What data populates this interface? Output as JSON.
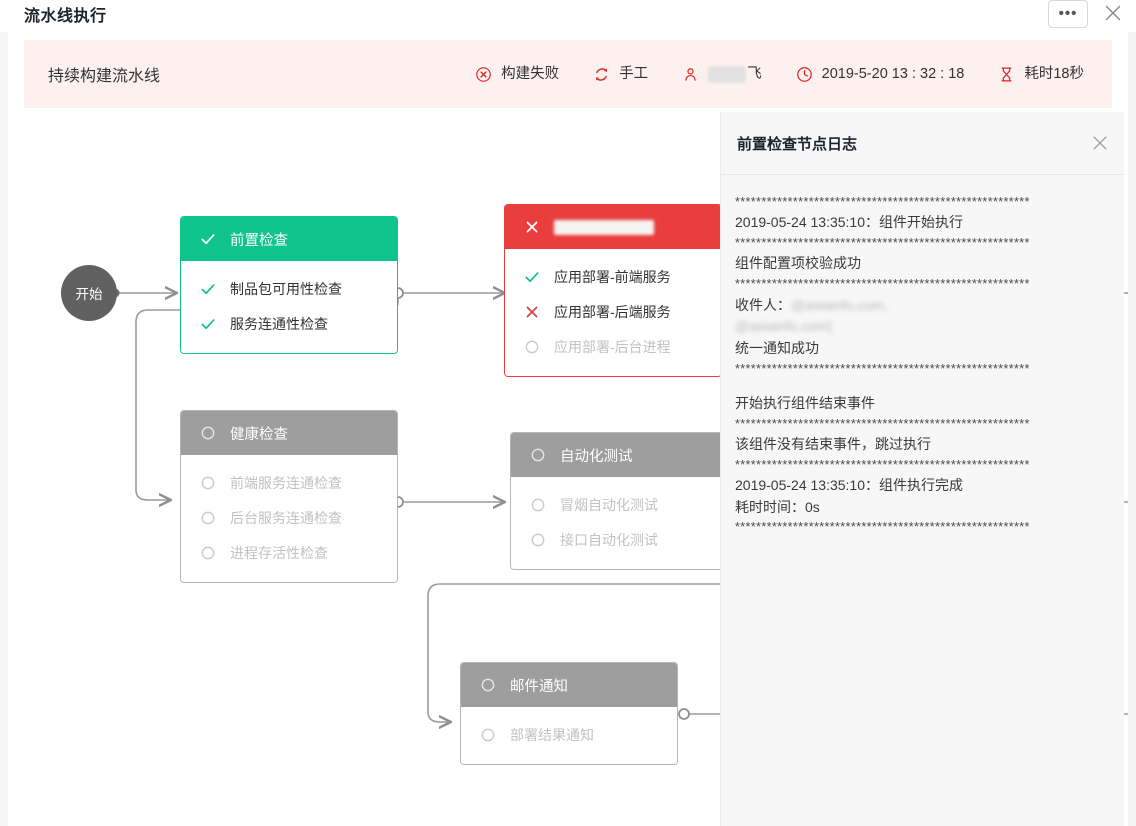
{
  "window": {
    "title": "流水线执行",
    "more_button": "•••",
    "more_icon": "ellipsis-icon",
    "close_icon": "close-icon"
  },
  "banner": {
    "pipeline_name": "持续构建流水线",
    "meta": [
      {
        "icon": "error-circle-icon",
        "label": "构建失败"
      },
      {
        "icon": "refresh-icon",
        "label": "手工"
      },
      {
        "icon": "user-icon",
        "label": "飞",
        "redacted": true
      },
      {
        "icon": "clock-icon",
        "label": "2019-5-20 13 : 32 : 18"
      },
      {
        "icon": "hourglass-icon",
        "label": "耗时18秒"
      }
    ]
  },
  "canvas": {
    "start_node": "开始",
    "stages": [
      {
        "id": "pre-check",
        "status": "success",
        "title": "前置检查",
        "title_redacted": false,
        "head_icon": "check-icon",
        "tasks": [
          {
            "label": "制品包可用性检查",
            "state": "done",
            "icon": "check-icon"
          },
          {
            "label": "服务连通性检查",
            "state": "done",
            "icon": "check-icon"
          }
        ]
      },
      {
        "id": "app-deploy",
        "status": "failed",
        "title": "",
        "title_redacted": true,
        "head_icon": "cross-icon",
        "tasks": [
          {
            "label": "应用部署-前端服务",
            "state": "done",
            "icon": "check-icon"
          },
          {
            "label": "应用部署-后端服务",
            "state": "fail",
            "icon": "cross-icon"
          },
          {
            "label": "应用部署-后台进程",
            "state": "todo",
            "icon": "circle-icon"
          }
        ]
      },
      {
        "id": "health-check",
        "status": "pending",
        "title": "健康检查",
        "title_redacted": false,
        "head_icon": "circle-icon",
        "tasks": [
          {
            "label": "前端服务连通检查",
            "state": "todo",
            "icon": "circle-icon"
          },
          {
            "label": "后台服务连通检查",
            "state": "todo",
            "icon": "circle-icon"
          },
          {
            "label": "进程存活性检查",
            "state": "todo",
            "icon": "circle-icon"
          }
        ]
      },
      {
        "id": "auto-test",
        "status": "pending",
        "title": "自动化测试",
        "title_redacted": false,
        "head_icon": "circle-icon",
        "tasks": [
          {
            "label": "冒烟自动化测试",
            "state": "todo",
            "icon": "circle-icon"
          },
          {
            "label": "接口自动化测试",
            "state": "todo",
            "icon": "circle-icon"
          }
        ]
      },
      {
        "id": "mail-notify",
        "status": "pending",
        "title": "邮件通知",
        "title_redacted": false,
        "head_icon": "circle-icon",
        "tasks": [
          {
            "label": "部署结果通知",
            "state": "todo",
            "icon": "circle-icon"
          }
        ]
      }
    ]
  },
  "log_panel": {
    "title": "前置检查节点日志",
    "close_icon": "close-icon",
    "lines": [
      {
        "type": "sep",
        "text": "********************************************************"
      },
      {
        "type": "text",
        "text": "2019-05-24 13:35:10：组件开始执行"
      },
      {
        "type": "sep",
        "text": "********************************************************"
      },
      {
        "type": "text",
        "text": "组件配置项校验成功"
      },
      {
        "type": "sep",
        "text": "********************************************************"
      },
      {
        "type": "redacted",
        "prefix": "收件人：",
        "text": "@asiainfo.com,"
      },
      {
        "type": "redacted",
        "prefix": "",
        "text": "@asiainfo.com]"
      },
      {
        "type": "text",
        "text": "统一通知成功"
      },
      {
        "type": "sep",
        "text": "********************************************************"
      },
      {
        "type": "blank",
        "text": ""
      },
      {
        "type": "text",
        "text": "开始执行组件结束事件"
      },
      {
        "type": "sep",
        "text": "********************************************************"
      },
      {
        "type": "text",
        "text": "该组件没有结束事件，跳过执行"
      },
      {
        "type": "sep",
        "text": "********************************************************"
      },
      {
        "type": "text",
        "text": "2019-05-24 13:35:10：组件执行完成"
      },
      {
        "type": "text",
        "text": "耗时时间：0s"
      },
      {
        "type": "sep",
        "text": "********************************************************"
      }
    ]
  },
  "colors": {
    "success": "#0ec48c",
    "failed": "#ea3d3d",
    "pending": "#9e9e9e",
    "banner_bg": "#fdf1f0",
    "panel_bg": "#f7f7f7",
    "edge": "#9a9a9a"
  }
}
